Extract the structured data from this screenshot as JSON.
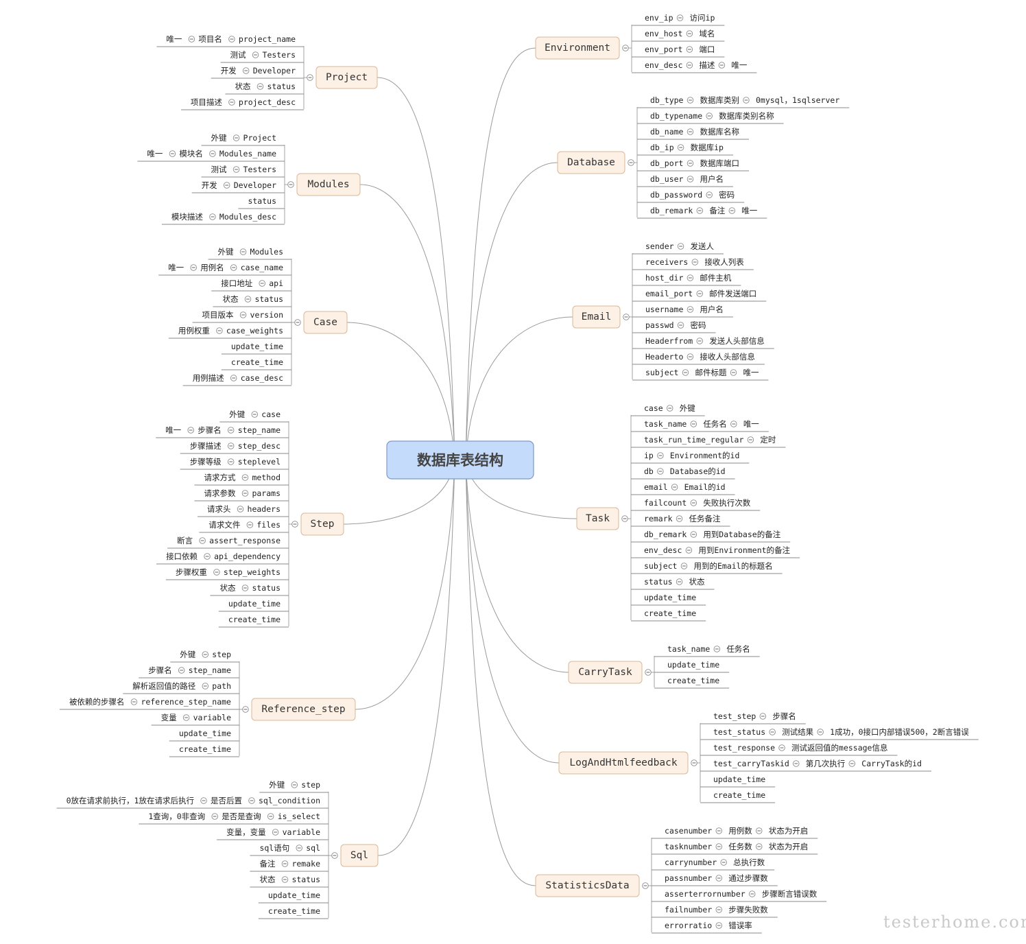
{
  "center": {
    "label": "数据库表结构"
  },
  "watermark": "testerhome.com",
  "branches": [
    {
      "name": "Project",
      "side": "left",
      "children": [
        [
          "唯一",
          "项目名",
          "project_name"
        ],
        [
          "测试",
          "Testers"
        ],
        [
          "开发",
          "Developer"
        ],
        [
          "状态",
          "status"
        ],
        [
          "项目描述",
          "project_desc"
        ]
      ]
    },
    {
      "name": "Modules",
      "side": "left",
      "children": [
        [
          "外键",
          "Project"
        ],
        [
          "唯一",
          "模块名",
          "Modules_name"
        ],
        [
          "测试",
          "Testers"
        ],
        [
          "开发",
          "Developer"
        ],
        [
          "status"
        ],
        [
          "模块描述",
          "Modules_desc"
        ]
      ]
    },
    {
      "name": "Case",
      "side": "left",
      "children": [
        [
          "外键",
          "Modules"
        ],
        [
          "唯一",
          "用例名",
          "case_name"
        ],
        [
          "接口地址",
          "api"
        ],
        [
          "状态",
          "status"
        ],
        [
          "项目版本",
          "version"
        ],
        [
          "用例权重",
          "case_weights"
        ],
        [
          "update_time"
        ],
        [
          "create_time"
        ],
        [
          "用例描述",
          "case_desc"
        ]
      ]
    },
    {
      "name": "Step",
      "side": "left",
      "children": [
        [
          "外键",
          "case"
        ],
        [
          "唯一",
          "步骤名",
          "step_name"
        ],
        [
          "步骤描述",
          "step_desc"
        ],
        [
          "步骤等级",
          "steplevel"
        ],
        [
          "请求方式",
          "method"
        ],
        [
          "请求参数",
          "params"
        ],
        [
          "请求头",
          "headers"
        ],
        [
          "请求文件",
          "files"
        ],
        [
          "断言",
          "assert_response"
        ],
        [
          "接口依赖",
          "api_dependency"
        ],
        [
          "步骤权重",
          "step_weights"
        ],
        [
          "状态",
          "status"
        ],
        [
          "update_time"
        ],
        [
          "create_time"
        ]
      ]
    },
    {
      "name": "Reference_step",
      "side": "left",
      "children": [
        [
          "外键",
          "step"
        ],
        [
          "步骤名",
          "step_name"
        ],
        [
          "解析返回值的路径",
          "path"
        ],
        [
          "被依赖的步骤名",
          "reference_step_name"
        ],
        [
          "变量",
          "variable"
        ],
        [
          "update_time"
        ],
        [
          "create_time"
        ]
      ]
    },
    {
      "name": "Sql",
      "side": "left",
      "children": [
        [
          "外键",
          "step"
        ],
        [
          "0放在请求前执行，1放在请求后执行",
          "是否后置",
          "sql_condition"
        ],
        [
          "1查询，0非查询",
          "是否是查询",
          "is_select"
        ],
        [
          "变量，变量",
          "variable"
        ],
        [
          "sql语句",
          "sql"
        ],
        [
          "备注",
          "remake"
        ],
        [
          "状态",
          "status"
        ],
        [
          "update_time"
        ],
        [
          "create_time"
        ]
      ]
    },
    {
      "name": "Environment",
      "side": "right",
      "children": [
        [
          "env_ip",
          "访问ip"
        ],
        [
          "env_host",
          "域名"
        ],
        [
          "env_port",
          "端口"
        ],
        [
          "env_desc",
          "描述",
          "唯一"
        ]
      ]
    },
    {
      "name": "Database",
      "side": "right",
      "children": [
        [
          "db_type",
          "数据库类别",
          "0mysql，1sqlserver"
        ],
        [
          "db_typename",
          "数据库类别名称"
        ],
        [
          "db_name",
          "数据库名称"
        ],
        [
          "db_ip",
          "数据库ip"
        ],
        [
          "db_port",
          "数据库端口"
        ],
        [
          "db_user",
          "用户名"
        ],
        [
          "db_password",
          "密码"
        ],
        [
          "db_remark",
          "备注",
          "唯一"
        ]
      ]
    },
    {
      "name": "Email",
      "side": "right",
      "children": [
        [
          "sender",
          "发送人"
        ],
        [
          "receivers",
          "接收人列表"
        ],
        [
          "host_dir",
          "邮件主机"
        ],
        [
          "email_port",
          "邮件发送端口"
        ],
        [
          "username",
          "用户名"
        ],
        [
          "passwd",
          "密码"
        ],
        [
          "Headerfrom",
          "发送人头部信息"
        ],
        [
          "Headerto",
          "接收人头部信息"
        ],
        [
          "subject",
          "邮件标题",
          "唯一"
        ]
      ]
    },
    {
      "name": "Task",
      "side": "right",
      "children": [
        [
          "case",
          "外键"
        ],
        [
          "task_name",
          "任务名",
          "唯一"
        ],
        [
          "task_run_time_regular",
          "定时"
        ],
        [
          "ip",
          "Environment的id"
        ],
        [
          "db",
          "Database的id"
        ],
        [
          "email",
          "Email的id"
        ],
        [
          "failcount",
          "失败执行次数"
        ],
        [
          "remark",
          "任务备注"
        ],
        [
          "db_remark",
          "用到Database的备注"
        ],
        [
          "env_desc",
          "用到Environment的备注"
        ],
        [
          "subject",
          "用到的Email的标题名"
        ],
        [
          "status",
          "状态"
        ],
        [
          "update_time"
        ],
        [
          "create_time"
        ]
      ]
    },
    {
      "name": "CarryTask",
      "side": "right",
      "children": [
        [
          "task_name",
          "任务名"
        ],
        [
          "update_time"
        ],
        [
          "create_time"
        ]
      ]
    },
    {
      "name": "LogAndHtmlfeedback",
      "side": "right",
      "children": [
        [
          "test_step",
          "步骤名"
        ],
        [
          "test_status",
          "测试结果",
          "1成功，0接口内部错误500，2断言错误"
        ],
        [
          "test_response",
          "测试返回值的message信息"
        ],
        [
          "test_carryTaskid",
          "第几次执行",
          "CarryTask的id"
        ],
        [
          "update_time"
        ],
        [
          "create_time"
        ]
      ]
    },
    {
      "name": "StatisticsData",
      "side": "right",
      "children": [
        [
          "casenumber",
          "用例数",
          "状态为开启"
        ],
        [
          "tasknumber",
          "任务数",
          "状态为开启"
        ],
        [
          "carrynumber",
          "总执行数"
        ],
        [
          "passnumber",
          "通过步骤数"
        ],
        [
          "asserterrornumber",
          "步骤断言错误数"
        ],
        [
          "failnumber",
          "步骤失败数"
        ],
        [
          "errorratio",
          "错误率"
        ]
      ]
    }
  ]
}
